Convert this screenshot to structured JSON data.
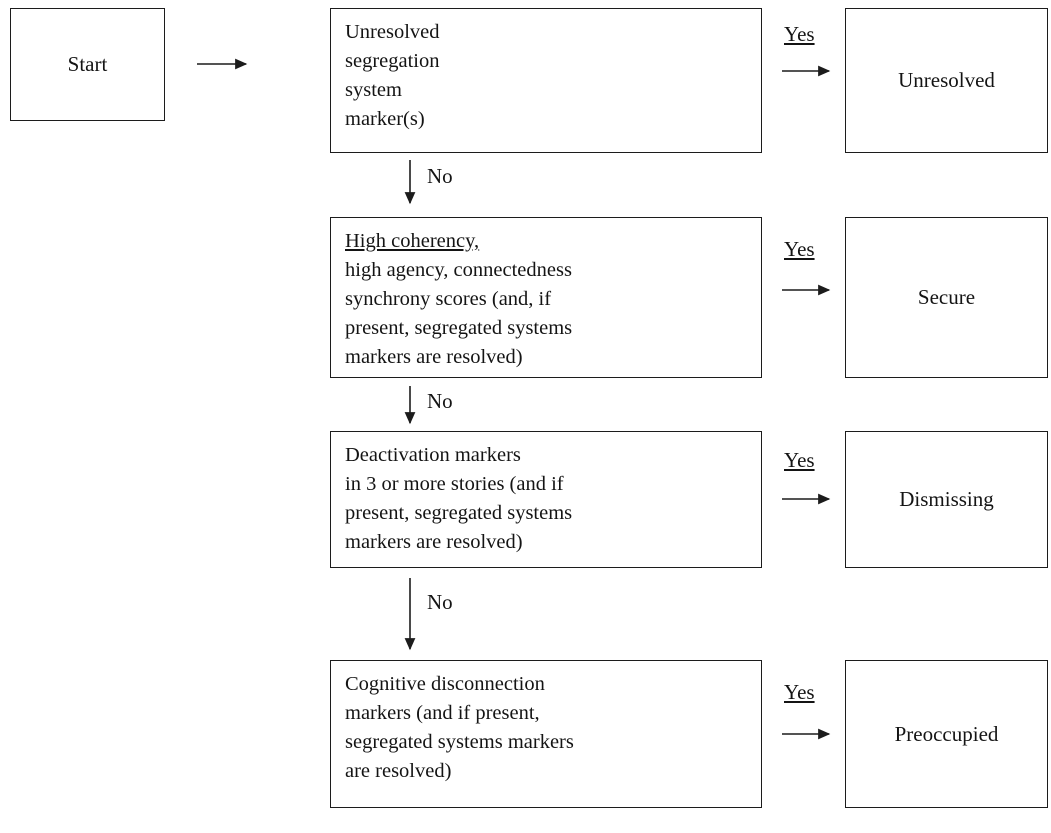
{
  "start_label": "Start",
  "rows": [
    {
      "decision_lines": [
        "Unresolved",
        "segregation",
        "system",
        "marker(s)"
      ],
      "yes": "Yes",
      "result": "Unresolved"
    },
    {
      "decision_lines": [
        "High coherency,",
        "high agency, connectedness",
        "synchrony scores (and, if",
        "present, segregated systems",
        "markers are resolved)"
      ],
      "yes": "Yes",
      "result": "Secure"
    },
    {
      "decision_lines": [
        "Deactivation markers",
        "in 3 or more stories (and if",
        "present, segregated systems",
        "markers are resolved)"
      ],
      "yes": "Yes",
      "result": "Dismissing"
    },
    {
      "decision_lines": [
        "Cognitive disconnection",
        "markers (and if present,",
        "segregated systems markers",
        "are resolved)"
      ],
      "yes": "Yes",
      "result": "Preoccupied"
    }
  ],
  "no_labels": [
    "No",
    "No",
    "No"
  ]
}
